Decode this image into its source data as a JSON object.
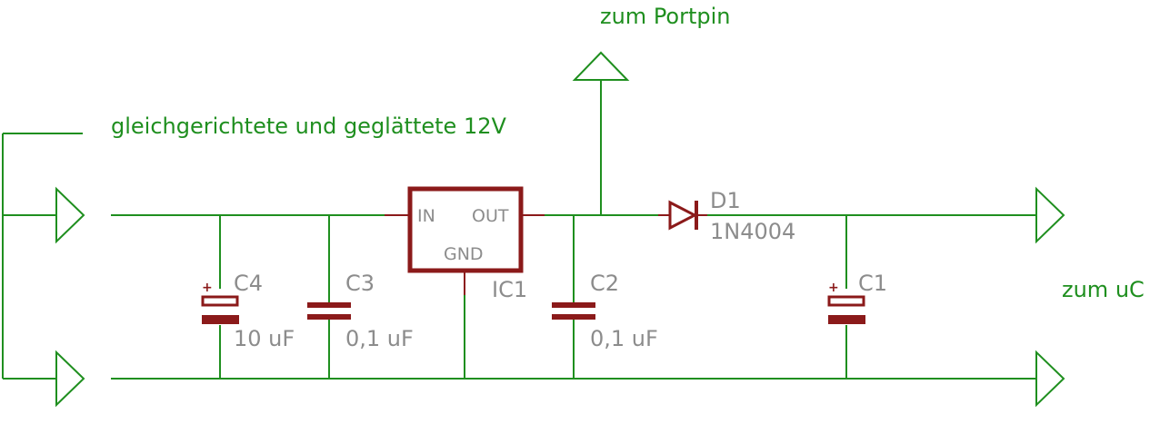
{
  "labels": {
    "portpin": "zum Portpin",
    "input": "gleichgerichtete und geglättete 12V",
    "uc": "zum uC"
  },
  "components": {
    "ic1": {
      "name": "IC1",
      "pin_in": "IN",
      "pin_out": "OUT",
      "pin_gnd": "GND"
    },
    "d1": {
      "name": "D1",
      "value": "1N4004"
    },
    "c1": {
      "name": "C1",
      "polarity": "+"
    },
    "c2": {
      "name": "C2",
      "value": "0,1 uF"
    },
    "c3": {
      "name": "C3",
      "value": "0,1 uF"
    },
    "c4": {
      "name": "C4",
      "value": "10 uF",
      "polarity": "+"
    }
  },
  "colors": {
    "wire": "#1f8f1f",
    "component": "#8b1a1a",
    "component_label": "#8c8c8c",
    "background": "#ffffff"
  }
}
